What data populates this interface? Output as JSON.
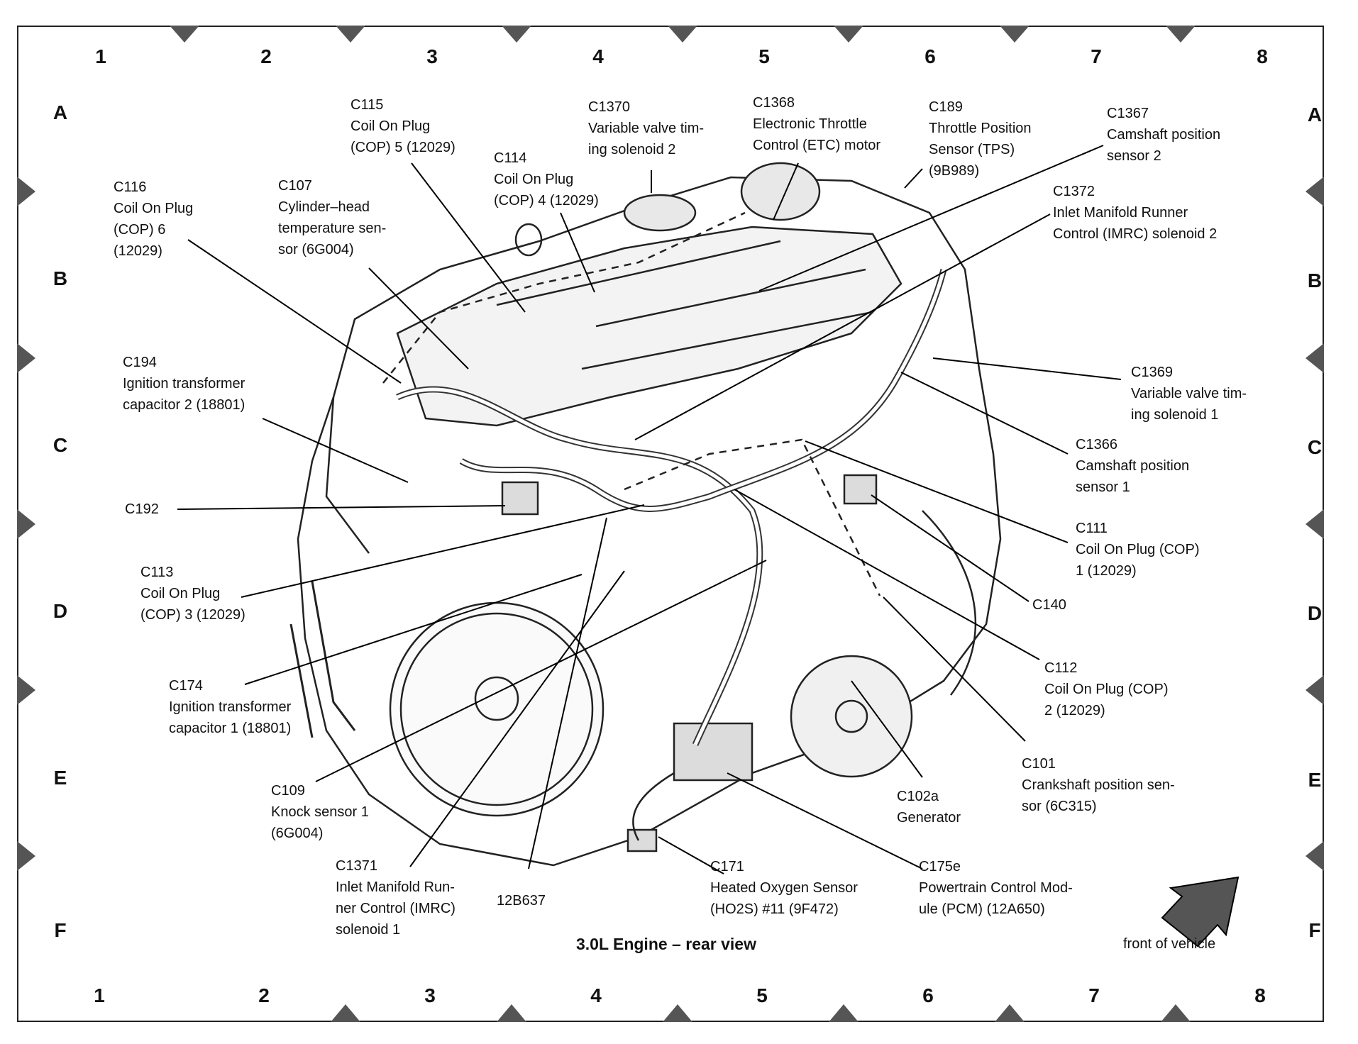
{
  "caption": "3.0L Engine – rear view",
  "front_label": "front of vehicle",
  "grid": {
    "columns": [
      "1",
      "2",
      "3",
      "4",
      "5",
      "6",
      "7",
      "8"
    ],
    "rows": [
      "A",
      "B",
      "C",
      "D",
      "E",
      "F"
    ]
  },
  "callouts": [
    {
      "id": "c115",
      "lines": [
        "C115",
        "Coil On Plug",
        "(COP) 5 (12029)"
      ]
    },
    {
      "id": "c1370",
      "lines": [
        "C1370",
        "Variable valve tim-",
        "ing solenoid 2"
      ]
    },
    {
      "id": "c1368",
      "lines": [
        "C1368",
        "Electronic Throttle",
        "Control (ETC) motor"
      ]
    },
    {
      "id": "c189",
      "lines": [
        "C189",
        "Throttle Position",
        "Sensor (TPS)",
        "(9B989)"
      ]
    },
    {
      "id": "c1367",
      "lines": [
        "C1367",
        "Camshaft position",
        "sensor 2"
      ]
    },
    {
      "id": "c116",
      "lines": [
        "C116",
        "Coil On Plug",
        "(COP) 6",
        "(12029)"
      ]
    },
    {
      "id": "c107",
      "lines": [
        "C107",
        "Cylinder–head",
        "temperature sen-",
        "sor (6G004)"
      ]
    },
    {
      "id": "c114",
      "lines": [
        "C114",
        "Coil On Plug",
        "(COP) 4 (12029)"
      ]
    },
    {
      "id": "c1372",
      "lines": [
        "C1372",
        "Inlet Manifold Runner",
        "Control (IMRC) solenoid 2"
      ]
    },
    {
      "id": "c194",
      "lines": [
        "C194",
        "Ignition transformer",
        "capacitor 2 (18801)"
      ]
    },
    {
      "id": "c1369",
      "lines": [
        "C1369",
        "Variable valve tim-",
        "ing solenoid 1"
      ]
    },
    {
      "id": "c1366",
      "lines": [
        "C1366",
        "Camshaft position",
        "sensor 1"
      ]
    },
    {
      "id": "c192",
      "lines": [
        "C192"
      ]
    },
    {
      "id": "c111",
      "lines": [
        "C111",
        "Coil On Plug (COP)",
        "1 (12029)"
      ]
    },
    {
      "id": "c113",
      "lines": [
        "C113",
        "Coil On Plug",
        "(COP) 3 (12029)"
      ]
    },
    {
      "id": "c140",
      "lines": [
        "C140"
      ]
    },
    {
      "id": "c112",
      "lines": [
        "C112",
        "Coil On Plug (COP)",
        "2 (12029)"
      ]
    },
    {
      "id": "c174",
      "lines": [
        "C174",
        "Ignition transformer",
        "capacitor 1 (18801)"
      ]
    },
    {
      "id": "c101",
      "lines": [
        "C101",
        "Crankshaft position sen-",
        "sor (6C315)"
      ]
    },
    {
      "id": "c109",
      "lines": [
        "C109",
        "Knock sensor 1",
        "(6G004)"
      ]
    },
    {
      "id": "c102a",
      "lines": [
        "C102a",
        "Generator"
      ]
    },
    {
      "id": "c1371",
      "lines": [
        "C1371",
        "Inlet Manifold Run-",
        "ner Control (IMRC)",
        "solenoid 1"
      ]
    },
    {
      "id": "c12b637",
      "lines": [
        "12B637"
      ]
    },
    {
      "id": "c171",
      "lines": [
        "C171",
        "Heated Oxygen Sensor",
        "(HO2S) #11 (9F472)"
      ]
    },
    {
      "id": "c175e",
      "lines": [
        "C175e",
        "Powertrain Control Mod-",
        "ule (PCM) (12A650)"
      ]
    }
  ]
}
